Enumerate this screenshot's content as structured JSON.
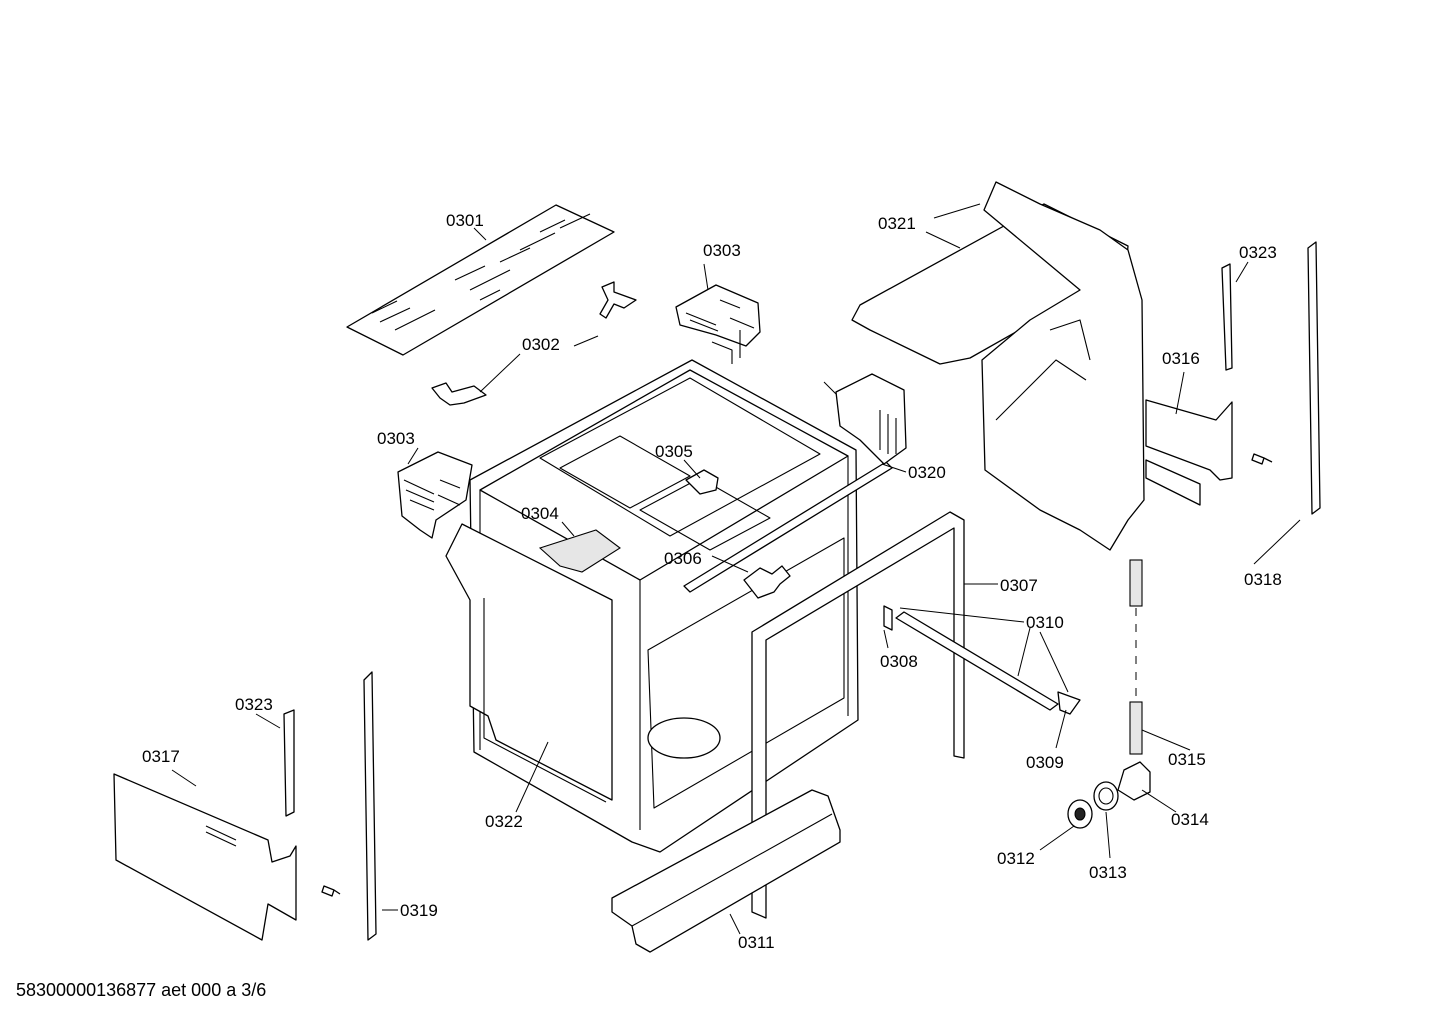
{
  "diagram": {
    "labels": [
      "0301",
      "0302",
      "0303",
      "0303",
      "0304",
      "0305",
      "0306",
      "0307",
      "0308",
      "0309",
      "0310",
      "0311",
      "0312",
      "0313",
      "0314",
      "0315",
      "0316",
      "0317",
      "0318",
      "0319",
      "0320",
      "0321",
      "0322",
      "0323",
      "0323"
    ]
  },
  "footer": {
    "text": "58300000136877 aet 000 a 3/6"
  }
}
